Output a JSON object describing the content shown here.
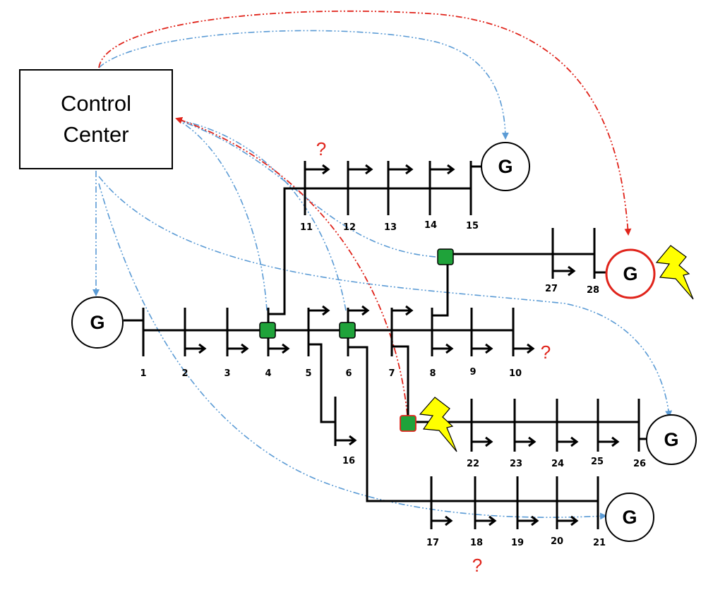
{
  "control_center": {
    "line1": "Control",
    "line2": "Center"
  },
  "generator_label": "G",
  "question_mark": "?",
  "bus_numbers": [
    "1",
    "2",
    "3",
    "4",
    "5",
    "6",
    "7",
    "8",
    "9",
    "10",
    "11",
    "12",
    "13",
    "14",
    "15",
    "16",
    "17",
    "18",
    "19",
    "20",
    "21",
    "22",
    "23",
    "24",
    "25",
    "26",
    "27",
    "28"
  ],
  "colors": {
    "line": "#000000",
    "comm_normal": "#5b9bd5",
    "comm_alert": "#e0241b",
    "pmu": "#1fa33a",
    "fault": "#ffff00",
    "faulted_generator": "#e0241b"
  }
}
